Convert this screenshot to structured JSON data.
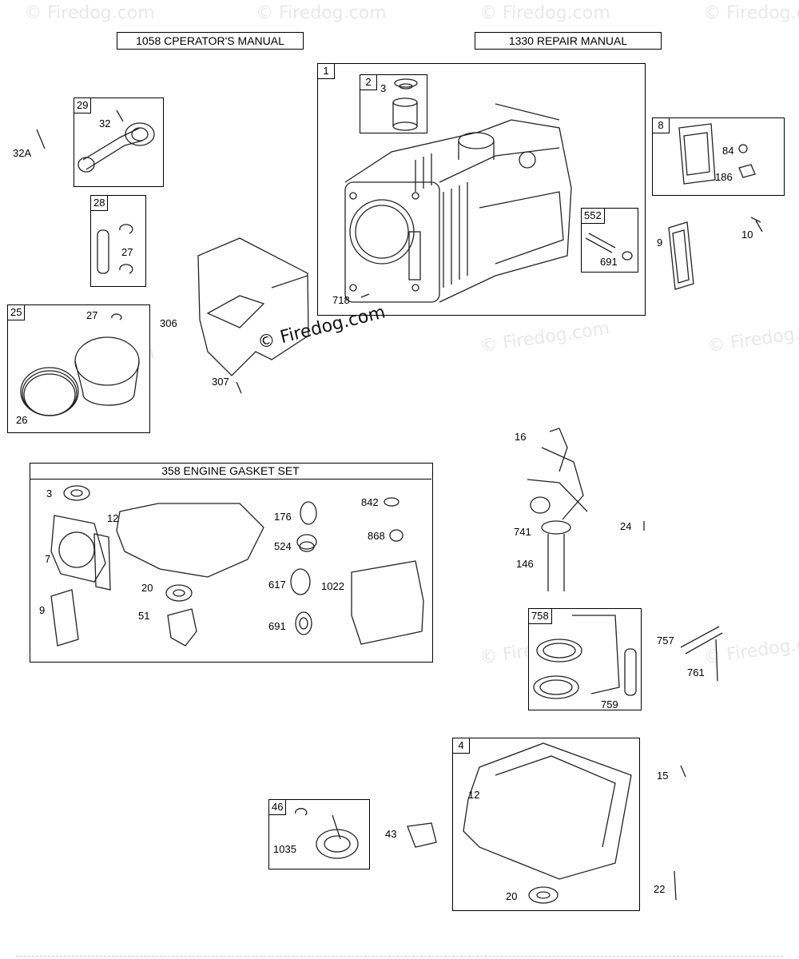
{
  "watermark": {
    "text": "© Firedog.com"
  },
  "manuals": {
    "operators": "1058 CPERATOR'S MANUAL",
    "repair": "1330 REPAIR MANUAL"
  },
  "gasket_set": {
    "title": "358 ENGINE GASKET SET"
  },
  "boxes": {
    "b1": "1",
    "b2": "2",
    "b8": "8",
    "b552": "552",
    "b29": "29",
    "b28": "28",
    "b25": "25",
    "b758": "758",
    "b4": "4",
    "b46": "46"
  },
  "labels": {
    "l3a": "3",
    "l32": "32",
    "l32a": "32A",
    "l84": "84",
    "l186": "186",
    "l691a": "691",
    "l718": "718",
    "l9a": "9",
    "l10": "10",
    "l27a": "27",
    "l27b": "27",
    "l26": "26",
    "l306": "306",
    "l307": "307",
    "l16": "16",
    "l741": "741",
    "l146": "146",
    "l24": "24",
    "g3": "3",
    "g12": "12",
    "g176": "176",
    "g842": "842",
    "g7": "7",
    "g524": "524",
    "g868": "868",
    "g20": "20",
    "g617": "617",
    "g1022": "1022",
    "g9": "9",
    "g51": "51",
    "g691": "691",
    "l757": "757",
    "l761": "761",
    "l759": "759",
    "l12": "12",
    "l15": "15",
    "l43": "43",
    "l1035": "1035",
    "l20": "20",
    "l22": "22"
  }
}
